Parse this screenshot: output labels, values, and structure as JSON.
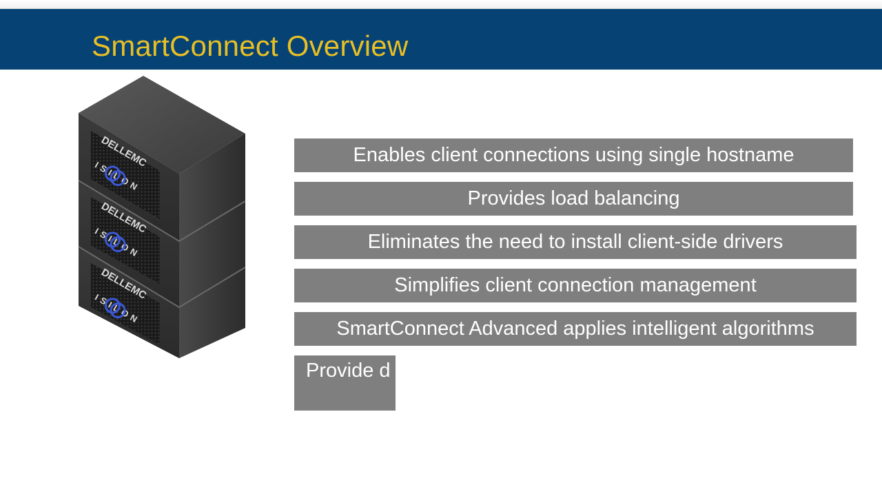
{
  "slide": {
    "title": "SmartConnect Overview",
    "theme_colors": {
      "title_bar": "#064374",
      "title_text": "#e9bf24",
      "bullet_bg": "#7f7f7f",
      "bullet_text": "#ffffff"
    }
  },
  "illustration": {
    "icon": "storage-cluster-icon",
    "nodes": [
      {
        "brand": "DELLEMC",
        "product": "ISILON"
      },
      {
        "brand": "DELLEMC",
        "product": "ISILON"
      },
      {
        "brand": "DELLEMC",
        "product": "ISILON"
      }
    ]
  },
  "bullets": [
    {
      "text": "Enables client connections using single hostname"
    },
    {
      "text": "Provides load balancing"
    },
    {
      "text": "Eliminates the need to install client-side drivers"
    },
    {
      "text": "Simplifies client connection management"
    },
    {
      "text": "SmartConnect Advanced applies intelligent algorithms"
    },
    {
      "text": "Provide d"
    }
  ]
}
